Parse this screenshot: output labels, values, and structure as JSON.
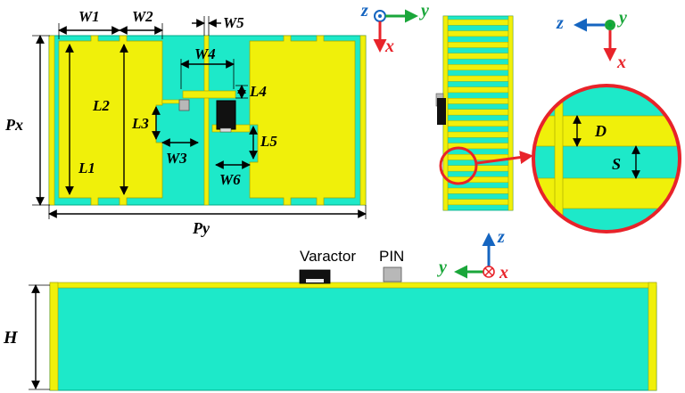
{
  "colors": {
    "substrate": "#1de9c9",
    "metal": "#f0f00a",
    "metal_edge": "#a0a000",
    "x_axis": "#e8232a",
    "y_axis": "#1aa63a",
    "z_axis": "#1565c0",
    "highlight": "#e8232a"
  },
  "top_view": {
    "dims": {
      "w1": "W1",
      "w2": "W2",
      "w5": "W5",
      "w4": "W4",
      "l2": "L2",
      "l3": "L3",
      "l4": "L4",
      "l5": "L5",
      "l1": "L1",
      "w3": "W3",
      "w6": "W6",
      "px": "Px",
      "py": "Py"
    },
    "axes": {
      "z": "z",
      "y": "y",
      "x": "x"
    }
  },
  "side_view": {
    "axes": {
      "z": "z",
      "y": "y",
      "x": "x"
    },
    "zoom": {
      "d": "D",
      "s": "S"
    }
  },
  "front_view": {
    "varactor": "Varactor",
    "pin": "PIN",
    "h": "H",
    "axes": {
      "z": "z",
      "y": "y",
      "x": "x"
    }
  }
}
